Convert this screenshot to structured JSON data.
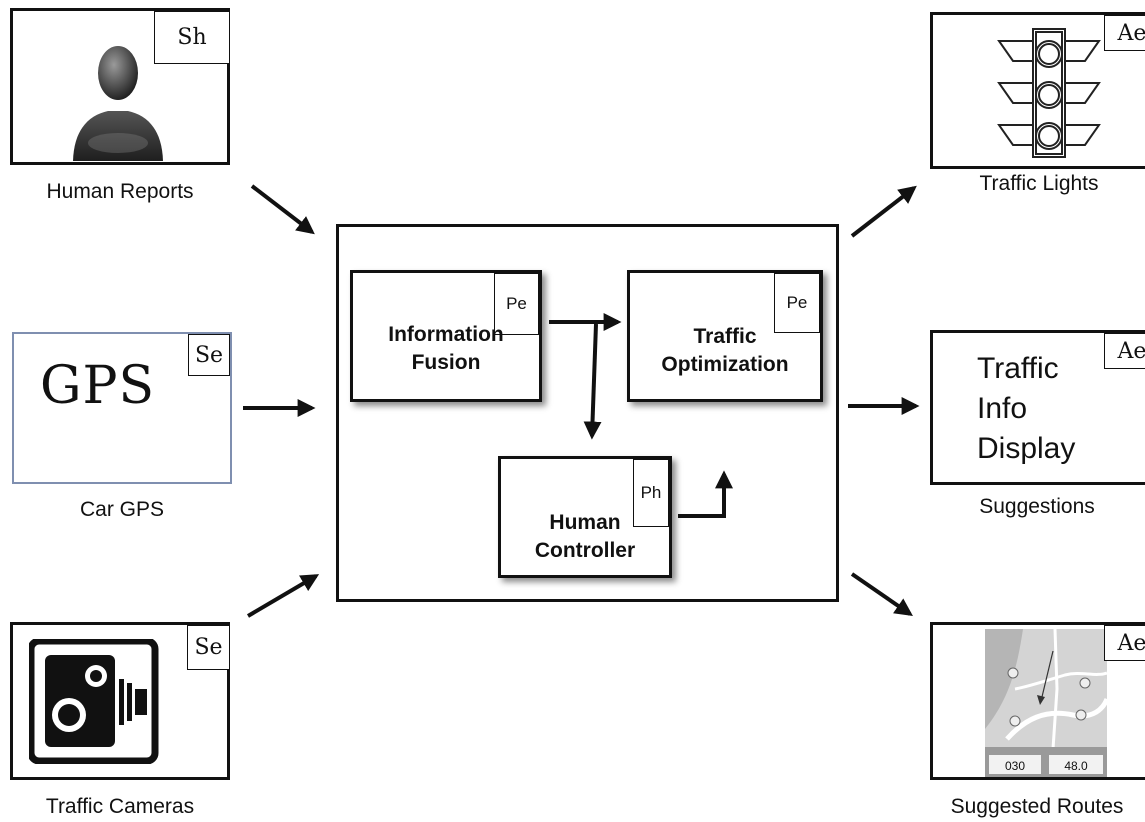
{
  "inputs": {
    "human_reports": {
      "caption": "Human Reports",
      "tag": "Sh"
    },
    "car_gps": {
      "caption": "Car GPS",
      "tag": "Se",
      "logo_text": "GPS"
    },
    "traffic_cameras": {
      "caption": "Traffic Cameras",
      "tag": "Se"
    }
  },
  "core": {
    "information_fusion": {
      "line1": "Information",
      "line2": "Fusion",
      "tag": "Pe"
    },
    "traffic_optimization": {
      "line1": "Traffic",
      "line2": "Optimization",
      "tag": "Pe"
    },
    "human_controller": {
      "line1": "Human",
      "line2": "Controller",
      "tag": "Ph"
    }
  },
  "outputs": {
    "traffic_lights": {
      "caption": "Traffic Lights",
      "tag": "Ae"
    },
    "suggestions": {
      "caption": "Suggestions",
      "tag": "Ae",
      "display_lines": [
        "Traffic",
        "Info",
        "Display"
      ]
    },
    "suggested_routes": {
      "caption": "Suggested Routes",
      "tag": "Ae",
      "heading_value": "030",
      "speed_value": "48.0"
    }
  }
}
